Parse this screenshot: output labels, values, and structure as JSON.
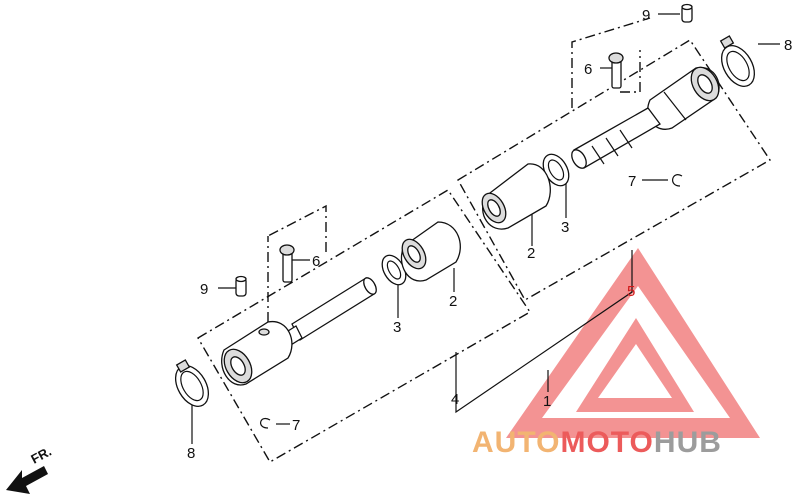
{
  "diagram": {
    "callouts": {
      "pin_top": "9",
      "pin_left": "9",
      "bolt_top": "6",
      "bolt_left": "6",
      "clip_right": "7",
      "clip_left": "7",
      "band_right": "8",
      "band_left": "8",
      "boot_right": "2",
      "boot_left": "2",
      "ring_right": "3",
      "ring_left": "3",
      "assembly_right": "5",
      "assembly_left": "4",
      "assembly_main": "1"
    },
    "front_arrow": "FR.",
    "watermark": {
      "part1": "AUTO",
      "part2": "MOTO",
      "part3": "HUB",
      "color1": "#f2b472",
      "color2": "#ec5b5b",
      "color3": "#9c9c9c",
      "logo_color": "#ef6f6f"
    }
  }
}
